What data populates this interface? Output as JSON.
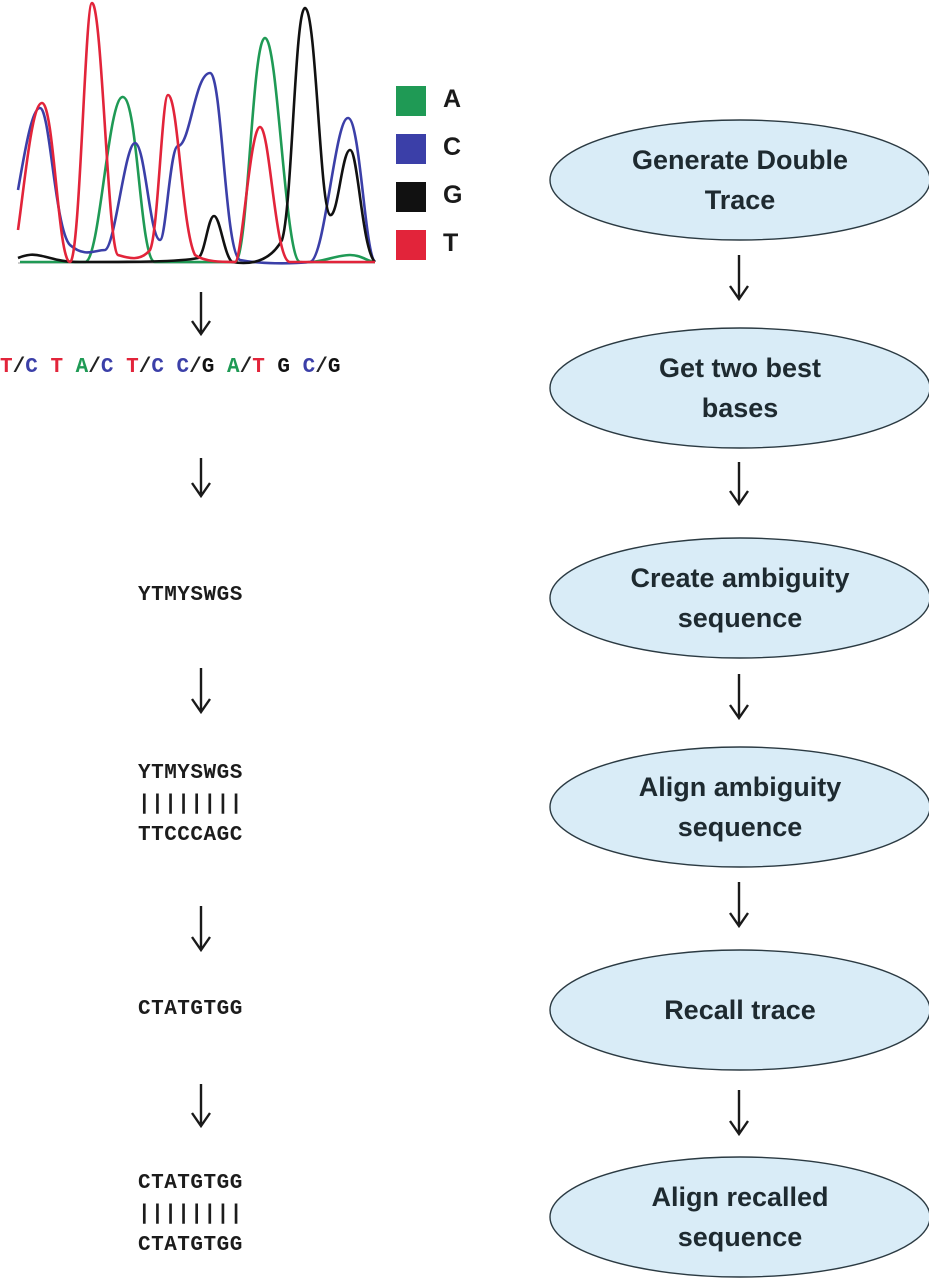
{
  "legend": [
    {
      "label": "A",
      "color": "#1f9a55"
    },
    {
      "label": "C",
      "color": "#3b3fa8"
    },
    {
      "label": "G",
      "color": "#111111"
    },
    {
      "label": "T",
      "color": "#e2243a"
    }
  ],
  "base_calls": [
    {
      "text": "T",
      "color": "#e2243a"
    },
    {
      "text": "/",
      "color": "#222222"
    },
    {
      "text": "C",
      "color": "#3b3fa8"
    },
    {
      "text": " ",
      "color": "#222222"
    },
    {
      "text": "T",
      "color": "#e2243a"
    },
    {
      "text": " ",
      "color": "#222222"
    },
    {
      "text": "A",
      "color": "#1f9a55"
    },
    {
      "text": "/",
      "color": "#222222"
    },
    {
      "text": "C",
      "color": "#3b3fa8"
    },
    {
      "text": " ",
      "color": "#222222"
    },
    {
      "text": "T",
      "color": "#e2243a"
    },
    {
      "text": "/",
      "color": "#222222"
    },
    {
      "text": "C",
      "color": "#3b3fa8"
    },
    {
      "text": " ",
      "color": "#222222"
    },
    {
      "text": "C",
      "color": "#3b3fa8"
    },
    {
      "text": "/",
      "color": "#222222"
    },
    {
      "text": "G",
      "color": "#111111"
    },
    {
      "text": " ",
      "color": "#222222"
    },
    {
      "text": "A",
      "color": "#1f9a55"
    },
    {
      "text": "/",
      "color": "#222222"
    },
    {
      "text": "T",
      "color": "#e2243a"
    },
    {
      "text": " ",
      "color": "#222222"
    },
    {
      "text": "G",
      "color": "#111111"
    },
    {
      "text": " ",
      "color": "#222222"
    },
    {
      "text": "C",
      "color": "#3b3fa8"
    },
    {
      "text": "/",
      "color": "#222222"
    },
    {
      "text": "G",
      "color": "#111111"
    }
  ],
  "sequences": {
    "ambiguity": "YTMYSWGS",
    "align1_top": "YTMYSWGS",
    "align1_bars": "||||||||",
    "align1_bottom": "TTCCCAGC",
    "recalled": "CTATGTGG",
    "align2_top": "CTATGTGG",
    "align2_bars": "||||||||",
    "align2_bottom": "CTATGTGG"
  },
  "steps": [
    {
      "line1": "Generate Double",
      "line2": "Trace"
    },
    {
      "line1": "Get two best",
      "line2": "bases"
    },
    {
      "line1": "Create ambiguity",
      "line2": "sequence"
    },
    {
      "line1": "Align ambiguity",
      "line2": "sequence"
    },
    {
      "line1": "Recall trace",
      "line2": ""
    },
    {
      "line1": "Align recalled",
      "line2": "sequence"
    }
  ],
  "colors": {
    "oval_fill": "#d9ecf7",
    "oval_stroke": "#2b3a42",
    "arrow": "#1a1a1a"
  }
}
